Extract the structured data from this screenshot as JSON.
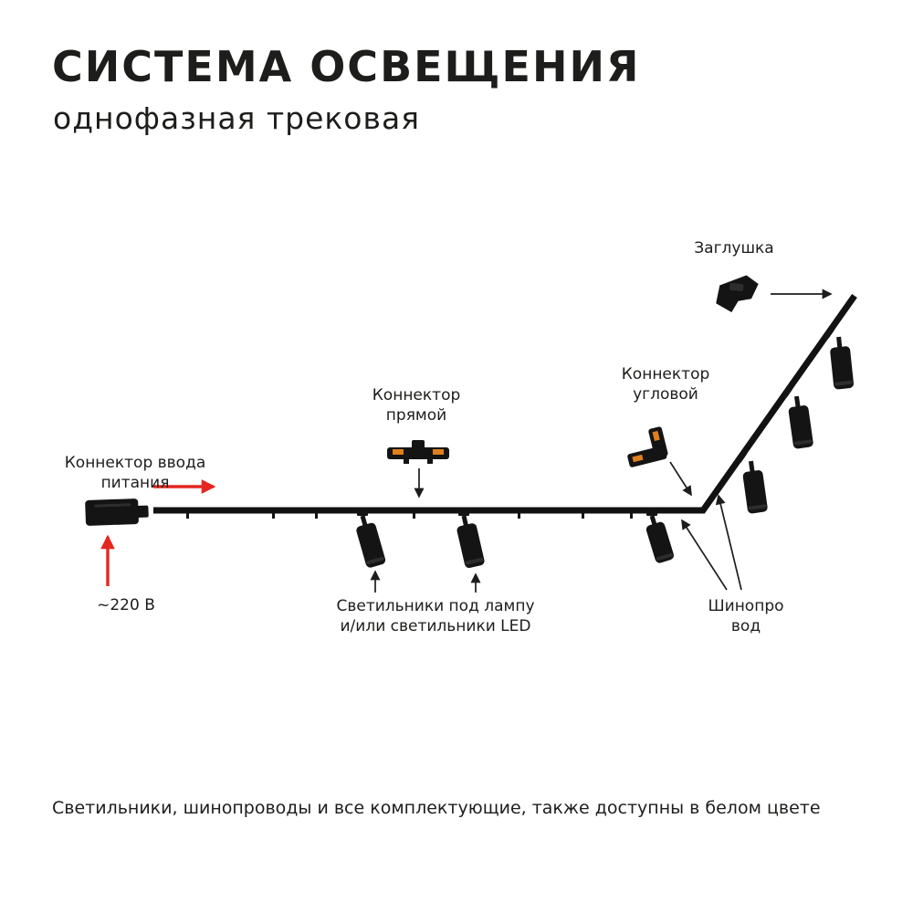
{
  "header": {
    "title": "СИСТЕМА ОСВЕЩЕНИЯ",
    "subtitle": "однофазная трековая"
  },
  "labels": {
    "endcap": "Заглушка",
    "straight_connector": "Коннектор прямой",
    "corner_connector": "Коннектор угловой",
    "power_input_connector": "Коннектор ввода питания",
    "voltage": "~220 В",
    "fixtures": "Светильники под лампу и/или светильники LED",
    "busbar_line1": "Шинопро",
    "busbar_line2": "вод"
  },
  "footer": {
    "note": "Светильники, шинопроводы и все комплектующие, также доступны в белом цвете"
  },
  "colors": {
    "ink": "#141414",
    "text": "#1d1d1b",
    "accent_red": "#e52620",
    "connector_contact_orange": "#df7f1e",
    "background": "#ffffff"
  }
}
